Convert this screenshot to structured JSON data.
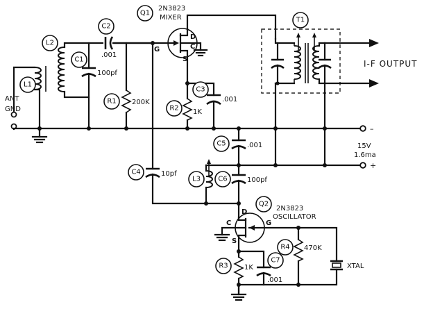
{
  "components": {
    "L1": {
      "ref": "L1"
    },
    "L2": {
      "ref": "L2"
    },
    "L3": {
      "ref": "L3"
    },
    "C1": {
      "ref": "C1",
      "value": "100pf"
    },
    "C2": {
      "ref": "C2",
      "value": ".001"
    },
    "C3": {
      "ref": "C3",
      "value": ".001"
    },
    "C4": {
      "ref": "C4",
      "value": "10pf"
    },
    "C5": {
      "ref": "C5",
      "value": ".001"
    },
    "C6": {
      "ref": "C6",
      "value": "100pf"
    },
    "C7": {
      "ref": "C7",
      "value": ".001"
    },
    "R1": {
      "ref": "R1",
      "value": "200K"
    },
    "R2": {
      "ref": "R2",
      "value": "1K"
    },
    "R3": {
      "ref": "R3",
      "value": "1K"
    },
    "R4": {
      "ref": "R4",
      "value": "470K"
    },
    "Q1": {
      "ref": "Q1",
      "part": "2N3823",
      "role": "MIXER"
    },
    "Q2": {
      "ref": "Q2",
      "part": "2N3823",
      "role": "OSCILLATOR"
    },
    "T1": {
      "ref": "T1"
    },
    "XTAL": {
      "ref": "XTAL"
    }
  },
  "pins": {
    "gate": "G",
    "drain": "D",
    "source": "S",
    "center": "C"
  },
  "antenna": {
    "ant": "ANT",
    "gnd": "GND"
  },
  "output": {
    "label": "I-F OUTPUT"
  },
  "supply": {
    "voltage": "15V",
    "current": "1.6ma",
    "neg": "–",
    "pos": "+"
  }
}
